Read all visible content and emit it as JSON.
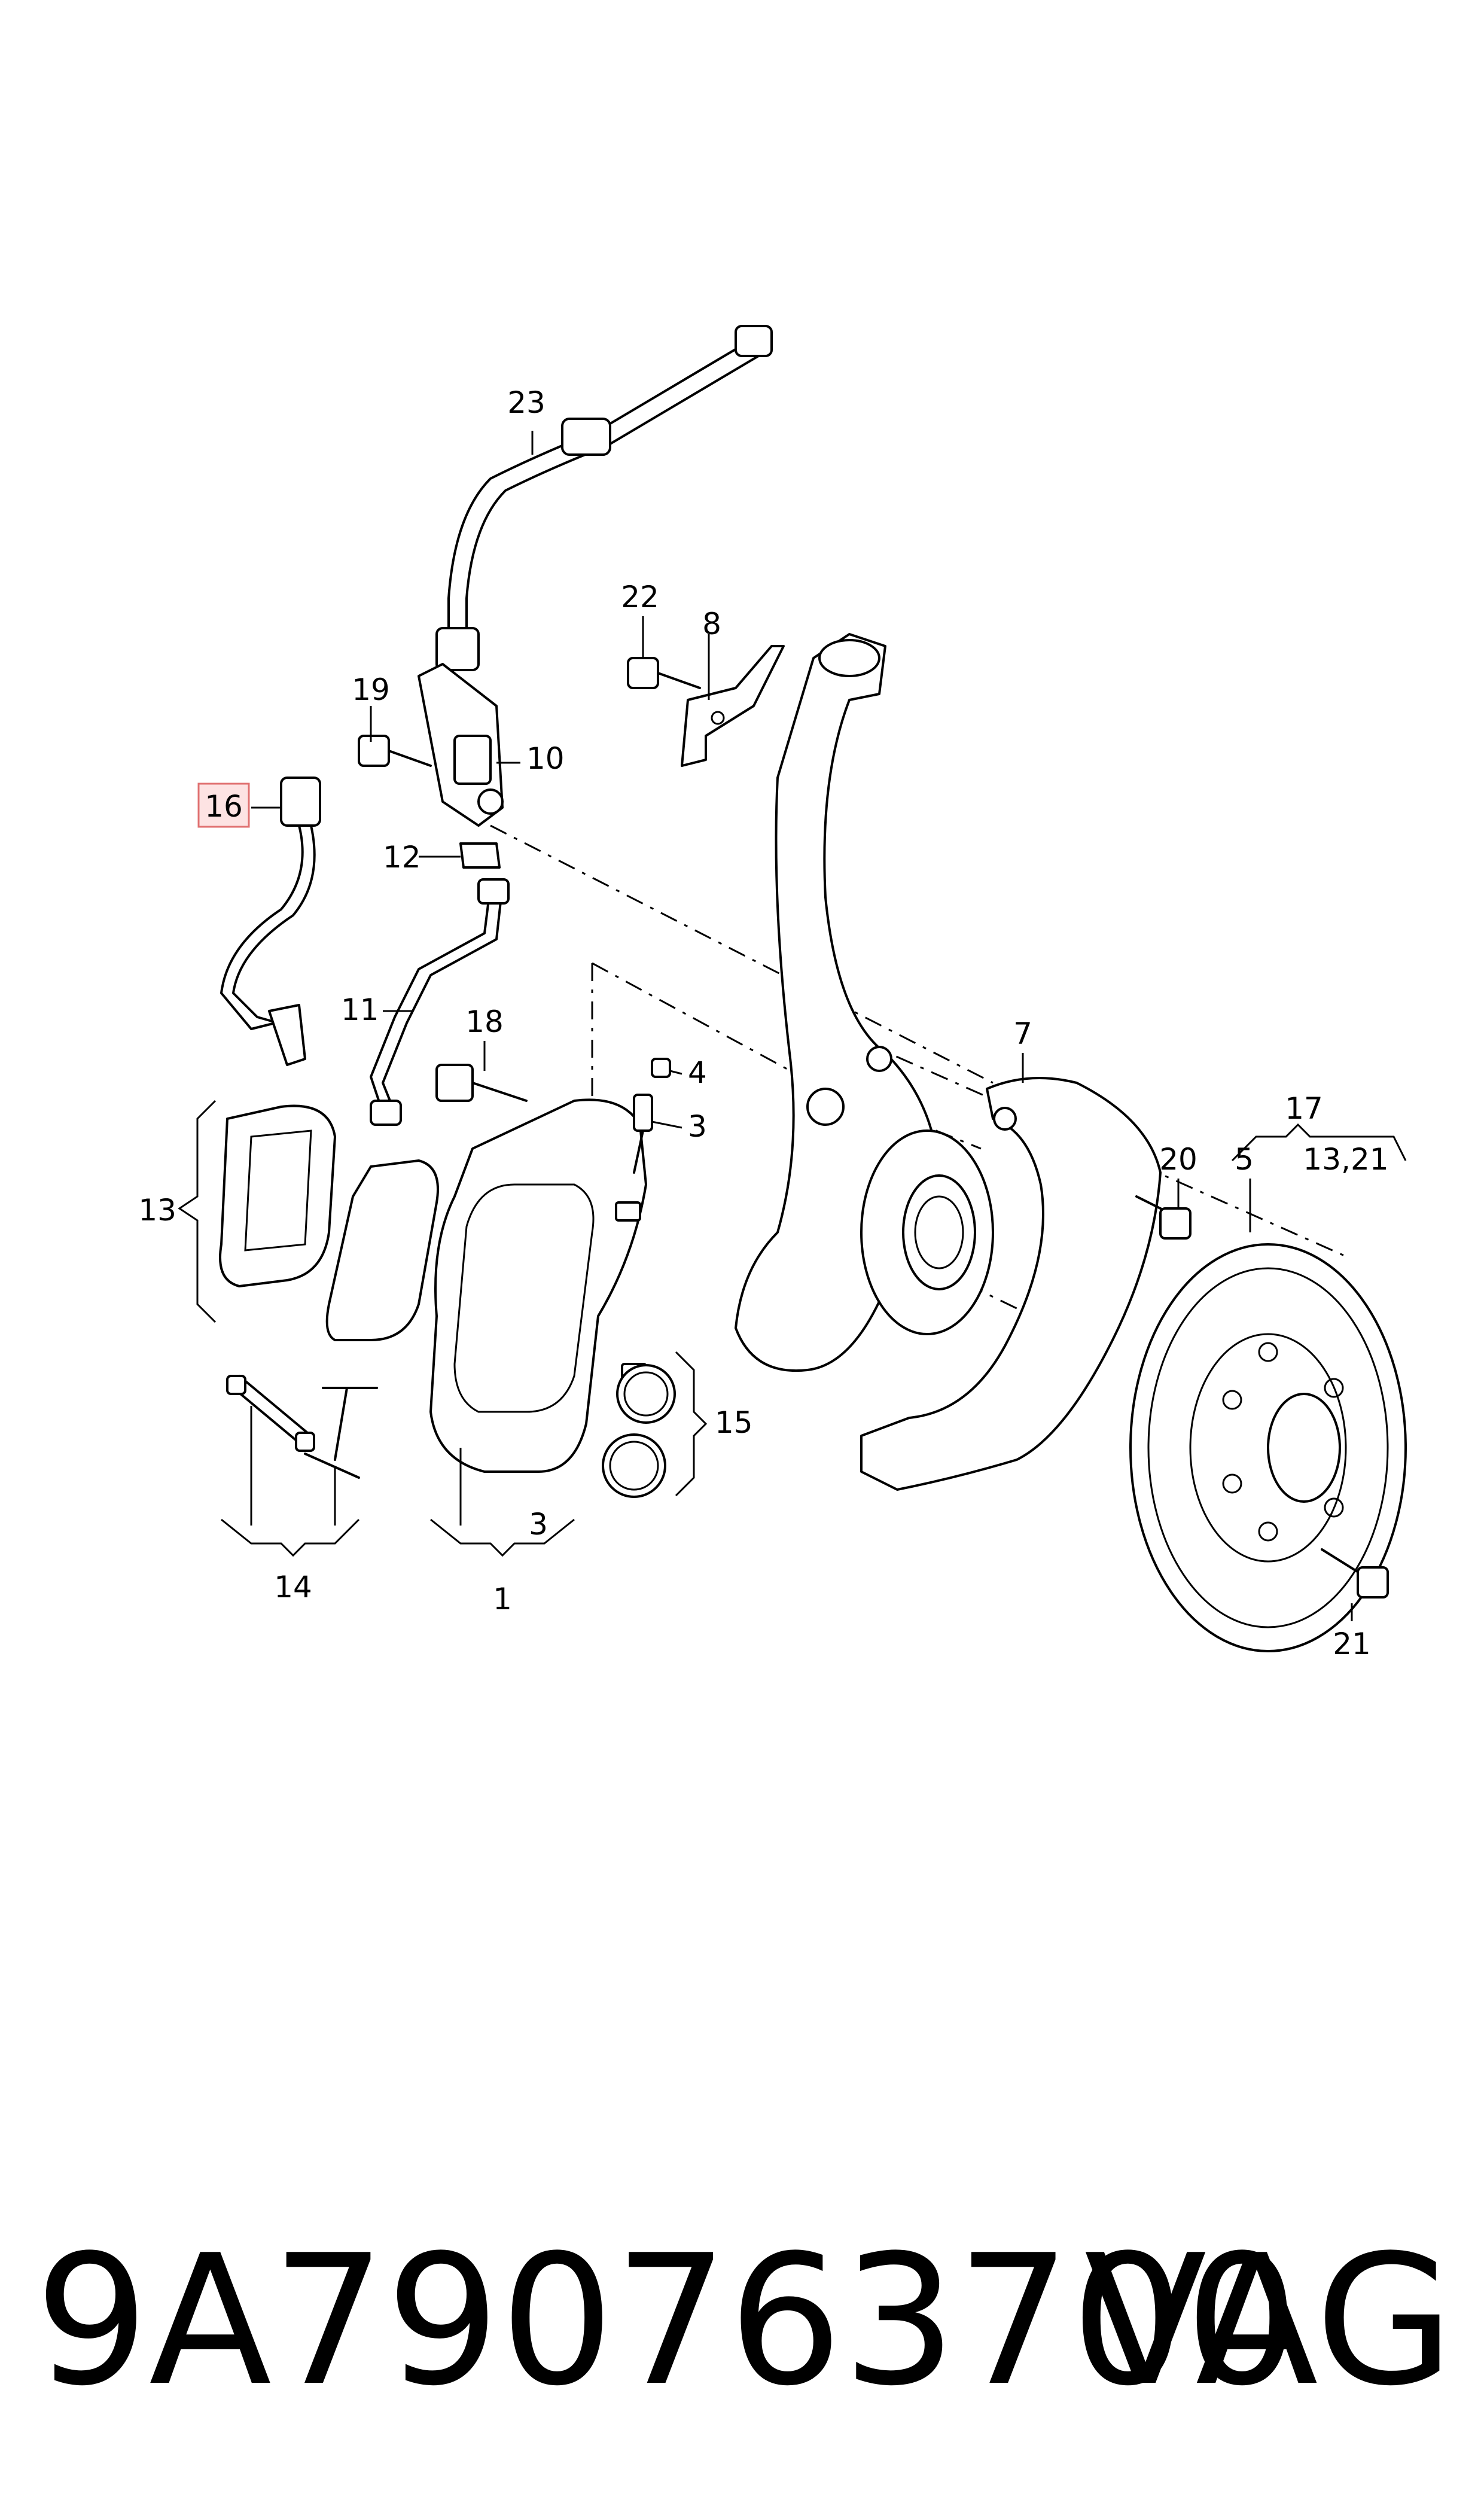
{
  "diagram": {
    "callouts": [
      {
        "id": "1",
        "text": "1"
      },
      {
        "id": "3a",
        "text": "3"
      },
      {
        "id": "3b",
        "text": "3"
      },
      {
        "id": "4",
        "text": "4"
      },
      {
        "id": "5",
        "text": "5"
      },
      {
        "id": "7",
        "text": "7"
      },
      {
        "id": "8",
        "text": "8"
      },
      {
        "id": "10",
        "text": "10"
      },
      {
        "id": "11",
        "text": "11"
      },
      {
        "id": "12",
        "text": "12"
      },
      {
        "id": "13",
        "text": "13"
      },
      {
        "id": "14",
        "text": "14"
      },
      {
        "id": "15",
        "text": "15"
      },
      {
        "id": "16",
        "text": "16",
        "highlighted": true
      },
      {
        "id": "17",
        "text": "17"
      },
      {
        "id": "13_21",
        "text": "13,21"
      },
      {
        "id": "18",
        "text": "18"
      },
      {
        "id": "19",
        "text": "19"
      },
      {
        "id": "20",
        "text": "20"
      },
      {
        "id": "21",
        "text": "21"
      },
      {
        "id": "22",
        "text": "22"
      },
      {
        "id": "23",
        "text": "23"
      }
    ],
    "highlight_color": "#fde3e3"
  },
  "footer": {
    "part_number": "9A790763700",
    "brand": "VAG"
  }
}
